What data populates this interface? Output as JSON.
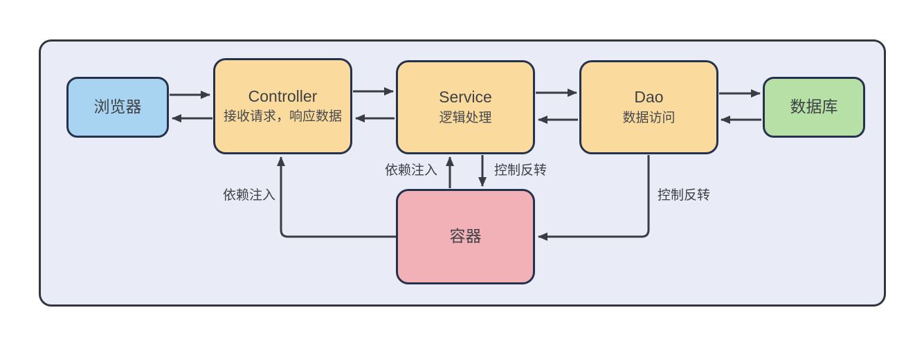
{
  "diagram": {
    "nodes": {
      "browser": {
        "title": "浏览器",
        "fill": "#a9d4f1"
      },
      "controller": {
        "title": "Controller",
        "subtitle": "接收请求，响应数据",
        "fill": "#fbdb9d"
      },
      "service": {
        "title": "Service",
        "subtitle": "逻辑处理",
        "fill": "#fbdb9d"
      },
      "dao": {
        "title": "Dao",
        "subtitle": "数据访问",
        "fill": "#fbdb9d"
      },
      "database": {
        "title": "数据库",
        "fill": "#b7e0a7"
      },
      "container": {
        "title": "容器",
        "fill": "#f1b1b7"
      }
    },
    "edge_labels": {
      "controller_di": "依赖注入",
      "service_di": "依赖注入",
      "service_ioc": "控制反转",
      "dao_ioc": "控制反转"
    },
    "colors": {
      "frame_background": "#e9ebf6",
      "frame_border": "#33363c",
      "node_border": "#25324e",
      "arrow": "#393c42",
      "text": "#3e4146",
      "page_background": "#ffffff"
    }
  }
}
